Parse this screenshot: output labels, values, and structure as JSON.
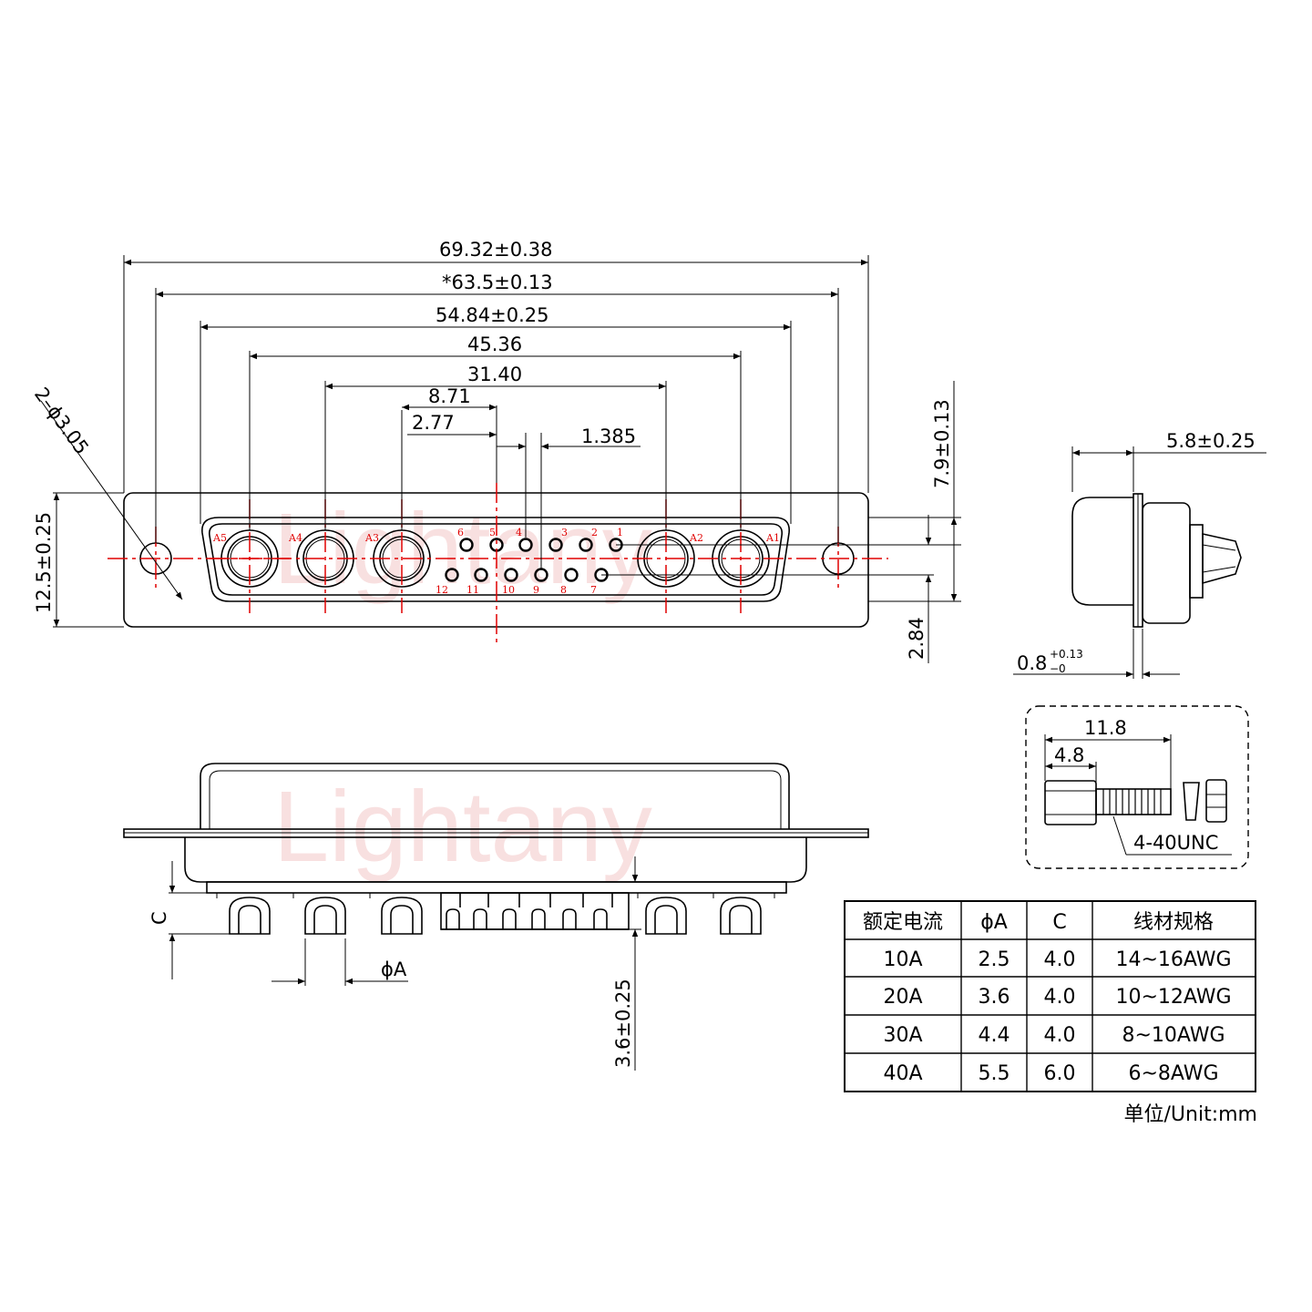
{
  "watermark": "Lightany",
  "dimensions": {
    "overall_width": "69.32±0.38",
    "mounting_pitch": "*63.5±0.13",
    "shell_width": "54.84±0.25",
    "outer_contacts": "45.36",
    "inner_contacts": "31.40",
    "d1": "8.71",
    "d2": "2.77",
    "pitch": "1.385",
    "holes": "2–ϕ3.05",
    "height": "12.5±0.25",
    "row_offset": "7.9±0.13",
    "row_gap": "2.84",
    "depth": "5.8±0.25",
    "flange_thk": "0.8",
    "flange_tol_plus": "+0.13",
    "flange_tol_minus": "−0",
    "screw_len": "11.8",
    "hex_len": "4.8",
    "thread": "4-40UNC",
    "c_label": "C",
    "phiA_label": "ϕA",
    "tail_len": "3.6±0.25"
  },
  "pin_labels": {
    "large": [
      "A5",
      "A4",
      "A3",
      "A2",
      "A1"
    ],
    "top_row": [
      "6",
      "5",
      "4",
      "3",
      "2",
      "1"
    ],
    "bottom_row": [
      "12",
      "11",
      "10",
      "9",
      "8",
      "7"
    ]
  },
  "table": {
    "headers": [
      "额定电流",
      "ϕA",
      "C",
      "线材规格"
    ],
    "rows": [
      [
        "10A",
        "2.5",
        "4.0",
        "14~16AWG"
      ],
      [
        "20A",
        "3.6",
        "4.0",
        "10~12AWG"
      ],
      [
        "30A",
        "4.4",
        "4.0",
        "8~10AWG"
      ],
      [
        "40A",
        "5.5",
        "6.0",
        "6~8AWG"
      ]
    ]
  },
  "unit_note": "单位/Unit:mm"
}
